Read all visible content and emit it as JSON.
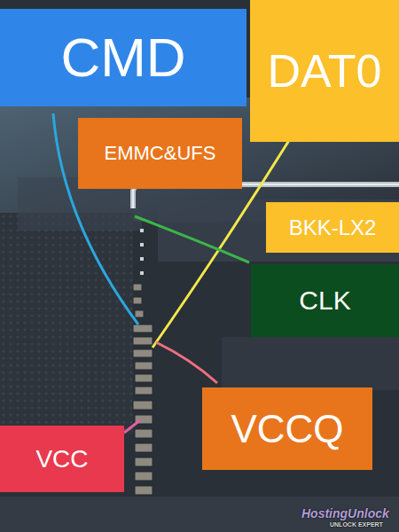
{
  "diagram": {
    "nodes": [
      {
        "text": [
          "CMD"
        ]
      },
      {
        "text": [
          "DAT0"
        ]
      },
      {
        "text": [
          "EMMC&UFS"
        ]
      },
      {
        "text": [
          "BKK-LX2"
        ]
      },
      {
        "text": [
          "CLK"
        ]
      },
      {
        "text": [
          "VCCQ"
        ]
      },
      {
        "text": [
          "VCC"
        ]
      }
    ],
    "labels": [
      "HostingUnlock",
      "UNLOCK EXPERT"
    ]
  }
}
